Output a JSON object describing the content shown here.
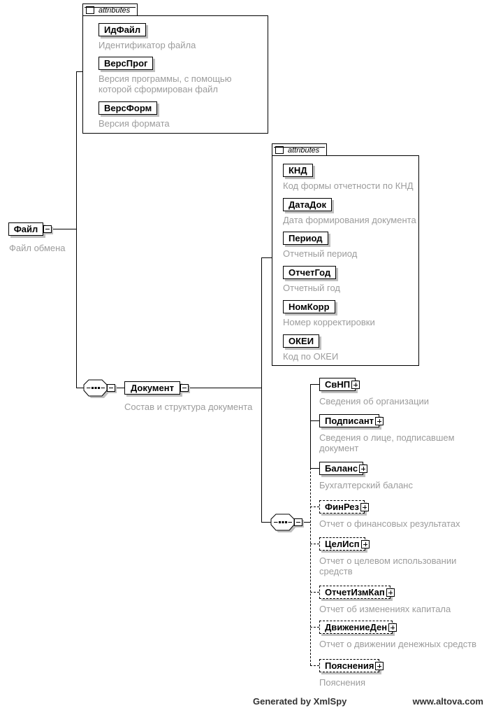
{
  "root_element": {
    "name": "Файл",
    "doc": "Файл обмена"
  },
  "file_attributes": {
    "tab_label": "attributes",
    "items": [
      {
        "name": "ИдФайл",
        "doc": "Идентификатор файла"
      },
      {
        "name": "ВерсПрог",
        "doc": "Версия программы, с помощью которой сформирован файл"
      },
      {
        "name": "ВерсФорм",
        "doc": "Версия формата"
      }
    ]
  },
  "document_element": {
    "name": "Документ",
    "doc": "Состав и структура документа"
  },
  "document_attributes": {
    "tab_label": "attributes",
    "items": [
      {
        "name": "КНД",
        "doc": "Код формы отчетности по КНД"
      },
      {
        "name": "ДатаДок",
        "doc": "Дата формирования документа"
      },
      {
        "name": "Период",
        "doc": "Отчетный период"
      },
      {
        "name": "ОтчетГод",
        "doc": "Отчетный год"
      },
      {
        "name": "НомКорр",
        "doc": "Номер корректировки"
      },
      {
        "name": "ОКЕИ",
        "doc": "Код по ОКЕИ"
      }
    ]
  },
  "children": [
    {
      "name": "СвНП",
      "doc": "Сведения об организации",
      "optional": false
    },
    {
      "name": "Подписант",
      "doc": "Сведения о лице, подписавшем документ",
      "optional": false
    },
    {
      "name": "Баланс",
      "doc": "Бухгалтерский баланс",
      "optional": false
    },
    {
      "name": "ФинРез",
      "doc": "Отчет о финансовых результатах",
      "optional": true
    },
    {
      "name": "ЦелИсп",
      "doc": "Отчет о целевом использовании средств",
      "optional": true
    },
    {
      "name": "ОтчетИзмКап",
      "doc": "Отчет об изменениях капитала",
      "optional": true
    },
    {
      "name": "ДвижениеДен",
      "doc": "Отчет о движении денежных средств",
      "optional": true
    },
    {
      "name": "Пояснения",
      "doc": "Пояснения",
      "optional": true
    }
  ],
  "footer": {
    "generator": "Generated by XmlSpy",
    "website": "www.altova.com"
  },
  "palette": {
    "line": "#000000",
    "doc_text": "#9c9c9c",
    "shadow": "#bfbfbf",
    "box_bg": "#ffffff"
  }
}
